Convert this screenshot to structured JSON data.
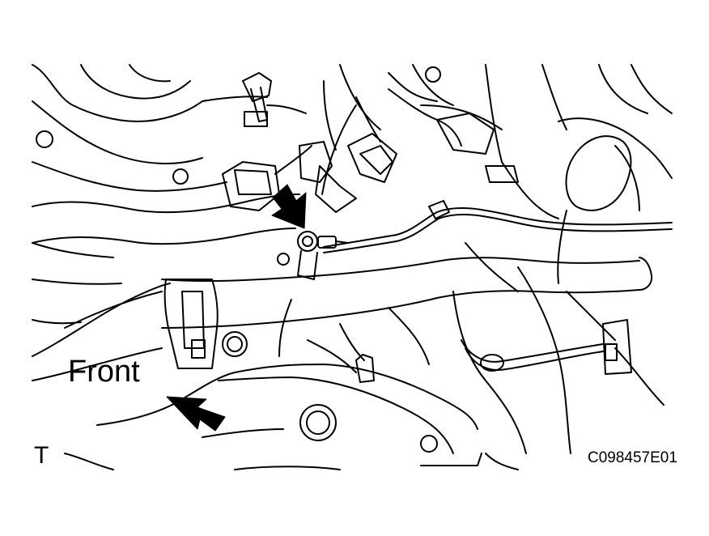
{
  "labels": {
    "front": "Front",
    "view_code": "T",
    "figure_id": "C098457E01"
  },
  "colors": {
    "line": "#000000",
    "background": "#ffffff"
  }
}
